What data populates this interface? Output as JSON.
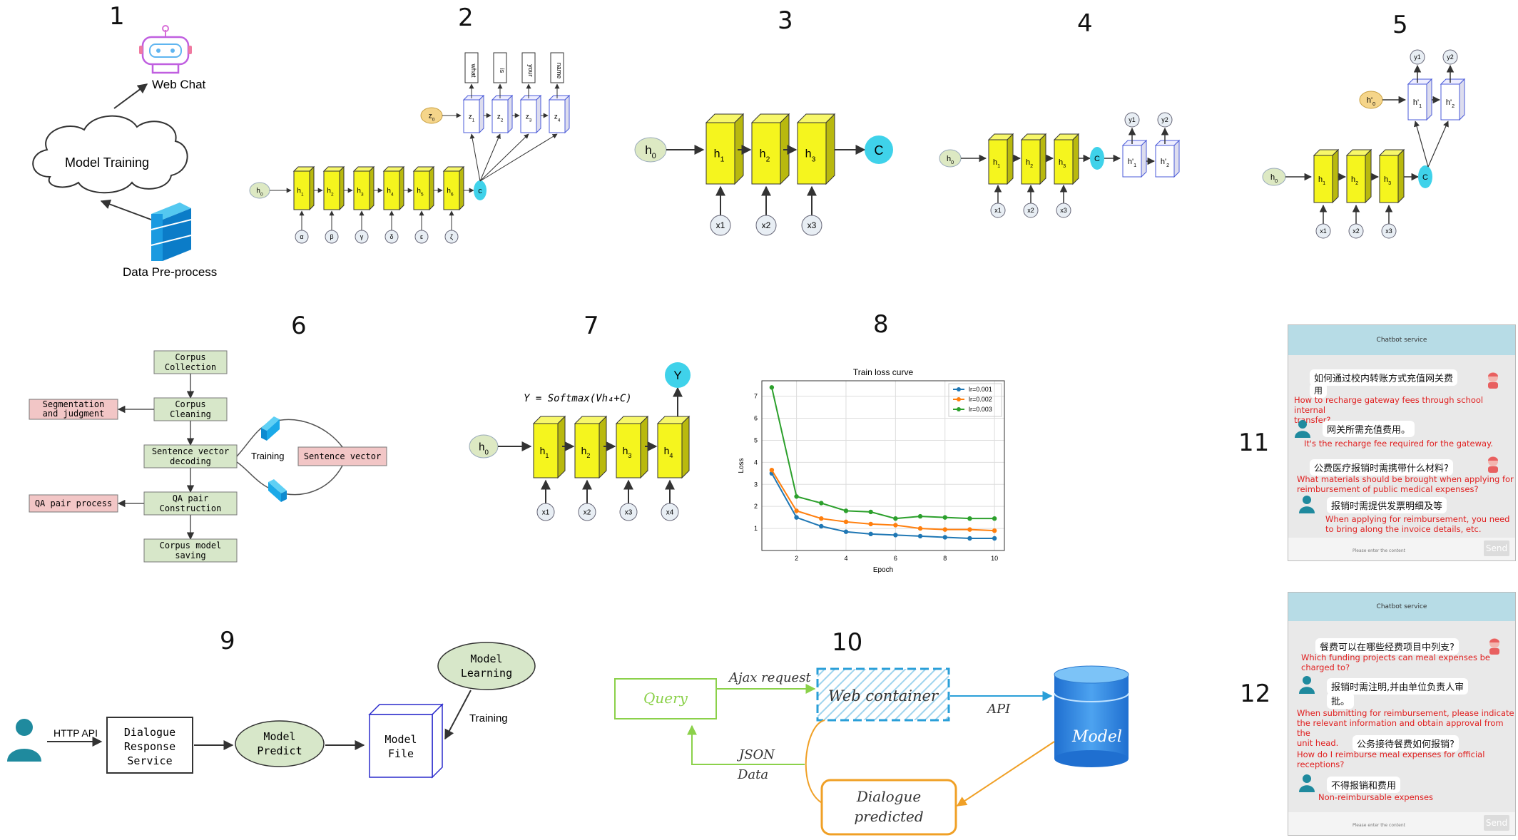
{
  "panels": {
    "p1": {
      "num": "1",
      "web_chat": "Web Chat",
      "model_training": "Model Training",
      "data_preprocess": "Data Pre-process"
    },
    "p2": {
      "num": "2",
      "h0": "h",
      "h0_sub": "0",
      "z0": "z",
      "z0_sub": "0",
      "c": "c",
      "outputs": [
        "what",
        "is",
        "your",
        "name"
      ]
    },
    "p3": {
      "num": "3",
      "h0": "h",
      "h0_sub": "0",
      "h": [
        "h",
        "h",
        "h"
      ],
      "h_sub": [
        "1",
        "2",
        "3"
      ],
      "x": [
        "x1",
        "x2",
        "x3"
      ],
      "c": "C"
    },
    "p4": {
      "num": "4",
      "h0": "h",
      "h0_sub": "0",
      "x": [
        "x1",
        "x2",
        "x3"
      ],
      "y": [
        "y1",
        "y2"
      ],
      "c": "C"
    },
    "p5": {
      "num": "5",
      "h0": "h",
      "h0_sub": "0",
      "hp0": "h'",
      "hp0_sub": "0",
      "x": [
        "x1",
        "x2",
        "x3"
      ],
      "y": [
        "y1",
        "y2"
      ],
      "c": "C"
    },
    "p6": {
      "num": "6",
      "corpus_collection": [
        "Corpus",
        "Collection"
      ],
      "corpus_cleaning": [
        "Corpus",
        "Cleaning"
      ],
      "segmentation": [
        "Segmentation",
        "and judgment"
      ],
      "sentence_decoding": [
        "Sentence vector",
        "decoding"
      ],
      "training": "Training",
      "sentence_vector": "Sentence vector",
      "qa_process": "QA pair process",
      "qa_construction": [
        "QA pair",
        "Construction"
      ],
      "model_saving": [
        "Corpus model",
        "saving"
      ]
    },
    "p7": {
      "num": "7",
      "formula": "Y = Softmax(Vh₄+C)",
      "y": "Y",
      "h0": "h",
      "h0_sub": "0",
      "h": [
        "h",
        "h",
        "h",
        "h"
      ],
      "h_sub": [
        "1",
        "2",
        "3",
        "4"
      ],
      "x": [
        "x1",
        "x2",
        "x3",
        "x4"
      ]
    },
    "p8": {
      "num": "8"
    },
    "p9": {
      "num": "9",
      "http_api": "HTTP API",
      "dialogue_service": [
        "Dialogue",
        "Response",
        "Service"
      ],
      "model_predict": [
        "Model",
        "Predict"
      ],
      "model_file": [
        "Model",
        "File"
      ],
      "model_learning": [
        "Model",
        "Learning"
      ],
      "training": "Training"
    },
    "p10": {
      "num": "10",
      "query": "Query",
      "ajax": "Ajax request",
      "web_container": "Web container",
      "api": "API",
      "model": "Model",
      "json": "JSON",
      "data": "Data",
      "dialogue": "Dialogue",
      "predicted": "predicted"
    },
    "p11": {
      "num": "11",
      "header": "Chatbot service",
      "messages": [
        {
          "role": "bot",
          "zh": "如何通过校内转账方式充值网关费",
          "zh2": "用",
          "en": "How to recharge gateway fees through school internal",
          "en2": "transfer?"
        },
        {
          "role": "user",
          "zh": "网关所需充值费用。",
          "en": "It's the recharge fee required for the gateway."
        },
        {
          "role": "bot",
          "zh": "公费医疗报销时需携带什么材料?",
          "en": "What materials should be brought when applying for",
          "en2": "reimbursement of public medical expenses?"
        },
        {
          "role": "user",
          "zh": "报销时需提供发票明细及等",
          "en": "When applying for reimbursement, you need",
          "en2": "to bring along the invoice details, etc."
        }
      ],
      "input_placeholder": "Please enter the content",
      "send": "Send"
    },
    "p12": {
      "num": "12",
      "header": "Chatbot service",
      "messages": [
        {
          "role": "bot",
          "zh": "餐费可以在哪些经费项目中列支?",
          "en": "Which funding projects can meal expenses be",
          "en2": "charged to?"
        },
        {
          "role": "user",
          "zh": "报销时需注明,并由单位负责人审",
          "zh2": "批。",
          "en": "When submitting for reimbursement, please indicate",
          "en2": "the relevant information and obtain approval from the",
          "en3": "unit head."
        },
        {
          "role": "bot",
          "zh": "公务接待餐费如何报销?",
          "en": "How do I reimburse meal expenses for official",
          "en2": "receptions?"
        },
        {
          "role": "user",
          "zh": "不得报销和费用",
          "en": "Non-reimbursable expenses"
        }
      ],
      "input_placeholder": "Please enter the content",
      "send": "Send"
    }
  },
  "colors": {
    "cell_yellow": "#f5f51e",
    "cell_side": "#b9b90e",
    "h0_green": "#dde9c3",
    "c_cyan": "#3fd2ea",
    "box_green": "#d7e7c9",
    "box_pink": "#f2c6c6",
    "query_green": "#8bd14a",
    "web_blue": "#2a9fd8",
    "dialogue_orange": "#f0a026",
    "zh_red": "#e02020"
  },
  "chart_data": {
    "type": "line",
    "title": "Train loss curve",
    "xlabel": "Epoch",
    "ylabel": "Loss",
    "x": [
      1,
      2,
      3,
      4,
      5,
      6,
      7,
      8,
      9,
      10
    ],
    "xlim": [
      0.6,
      10.4
    ],
    "ylim": [
      0.0,
      7.7
    ],
    "xticks": [
      2,
      4,
      6,
      8,
      10
    ],
    "yticks": [
      1,
      2,
      3,
      4,
      5,
      6,
      7
    ],
    "grid": true,
    "legend": "top-right",
    "series": [
      {
        "name": "lr=0.001",
        "color": "#1f77b4",
        "values": [
          3.5,
          1.5,
          1.1,
          0.85,
          0.75,
          0.7,
          0.65,
          0.6,
          0.55,
          0.55
        ]
      },
      {
        "name": "lr=0.002",
        "color": "#ff7f0e",
        "values": [
          3.65,
          1.8,
          1.45,
          1.3,
          1.2,
          1.15,
          1.0,
          0.95,
          0.95,
          0.9
        ]
      },
      {
        "name": "lr=0.003",
        "color": "#2ca02c",
        "values": [
          7.4,
          2.45,
          2.15,
          1.8,
          1.75,
          1.45,
          1.55,
          1.5,
          1.45,
          1.45
        ]
      }
    ]
  }
}
